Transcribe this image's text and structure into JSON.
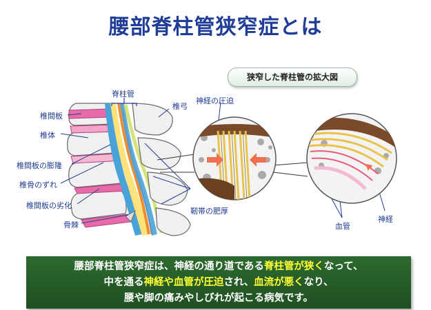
{
  "title": "腰部脊柱管狭窄症とは",
  "zoom_label": "狭窄した脊柱管の拡大図",
  "labels": {
    "spinal_canal": "脊柱管",
    "vertebral_arch": "椎弓",
    "disc": "椎間板",
    "vertebral_body": "椎体",
    "disc_bulge": "椎間板の膨隆",
    "vertebra_slip": "椎骨のずれ",
    "disc_degeneration": "椎間板の劣化",
    "bone_spur": "骨棘",
    "ligament_thickening": "靭帯の肥厚",
    "nerve_compression": "神経の圧迫",
    "blood_vessel": "血管",
    "nerve": "神経"
  },
  "summary": {
    "line1_a": "腰部脊柱管狭窄症は、神経の通り道である",
    "line1_hl": "脊柱管が狭く",
    "line1_b": "なって、",
    "line2_a": "中を通る",
    "line2_hl1": "神経や血管が圧迫",
    "line2_b": "され、",
    "line2_hl2": "血流が悪く",
    "line2_c": "なり、",
    "line3": "腰や脚の痛みやしびれが起こる病気です。"
  },
  "colors": {
    "title": "#1f3c96",
    "label": "#1f3c96",
    "highlight": "#ffff33",
    "summary_bg": "#2d6a2f"
  }
}
